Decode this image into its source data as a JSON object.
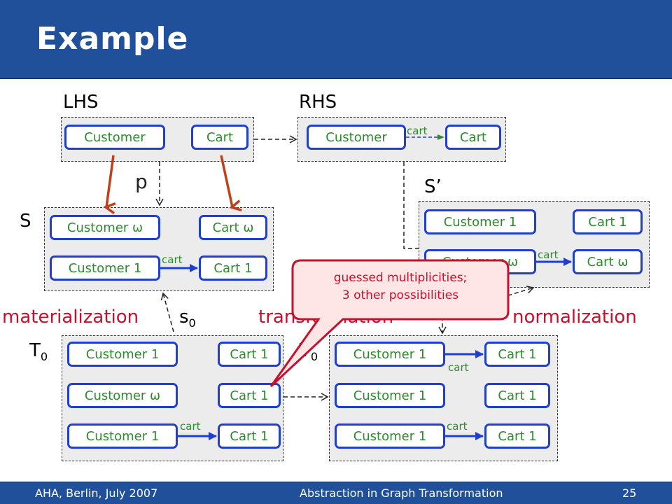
{
  "slide": {
    "title": "Example",
    "footer_left": "AHA, Berlin, July 2007",
    "footer_center": "Abstraction in Graph Transformation",
    "page_number": "25"
  },
  "labels": {
    "lhs": "LHS",
    "rhs": "RHS",
    "p": "p",
    "s": "S",
    "s_prime": "S’",
    "materialization": "materialization",
    "s0": "s",
    "s0_sub": "0",
    "transformation": "transformation",
    "normalization": "normalization",
    "t0": "T",
    "t0_sub": "0",
    "t0_prime": "T",
    "t0_prime_sub": "0"
  },
  "callout": {
    "line1": "guessed multiplicities;",
    "line2": "3 other possibilities"
  },
  "graphs": {
    "lhs": {
      "nodes": [
        "Customer",
        "Cart"
      ]
    },
    "rhs": {
      "nodes": [
        "Customer",
        "Cart"
      ],
      "edge": "cart"
    },
    "s": {
      "nodes": [
        "Customer ω",
        "Cart ω",
        "Customer 1",
        "Cart 1"
      ],
      "edge": "cart"
    },
    "s_prime": {
      "nodes": [
        "Customer 1",
        "Cart 1",
        "Customer ω",
        "Cart ω"
      ],
      "edge": "cart"
    },
    "t0": {
      "nodes": [
        "Customer 1",
        "Cart 1",
        "Customer ω",
        "Cart 1",
        "Customer 1",
        "Cart 1"
      ],
      "edge": "cart"
    },
    "t0_prime": {
      "nodes": [
        "Customer 1",
        "Cart 1",
        "Customer 1",
        "Cart 1",
        "Customer 1",
        "Cart 1"
      ],
      "edges": [
        "cart",
        "cart"
      ]
    }
  },
  "colors": {
    "header": "#21509a",
    "node_border": "#1f3fd1",
    "node_text": "#2d8a2d",
    "accent_red": "#c8102e",
    "arrow_red": "#c0401a",
    "box_fill": "#ececec"
  }
}
